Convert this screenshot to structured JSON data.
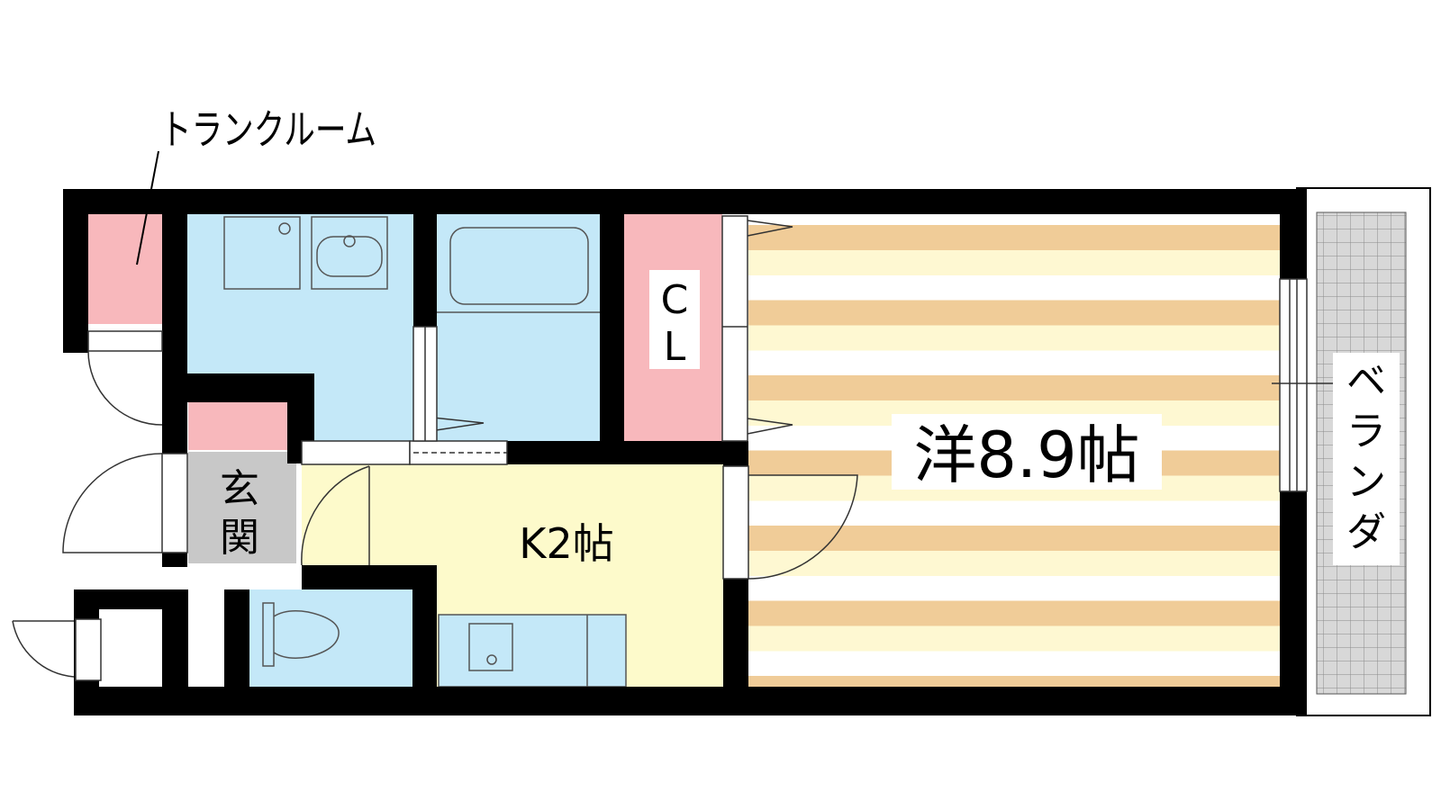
{
  "labels": {
    "trunk_room": "トランクルーム",
    "closet": [
      "C",
      "L"
    ],
    "western_room": "洋8.9帖",
    "kitchen": "K2帖",
    "entrance": [
      "玄",
      "関"
    ],
    "veranda": [
      "ベ",
      "ラ",
      "ン",
      "ダ"
    ]
  },
  "colors": {
    "wall": "#000000",
    "wet_area": "#c4e8f8",
    "storage": "#f8b8bc",
    "kitchen_floor": "#fdfacb",
    "floor_stripe_a": "#f0cc98",
    "floor_stripe_b": "#fef8d2",
    "entrance_floor": "#c8c8c8",
    "veranda_fill": "#d8d8d8"
  }
}
